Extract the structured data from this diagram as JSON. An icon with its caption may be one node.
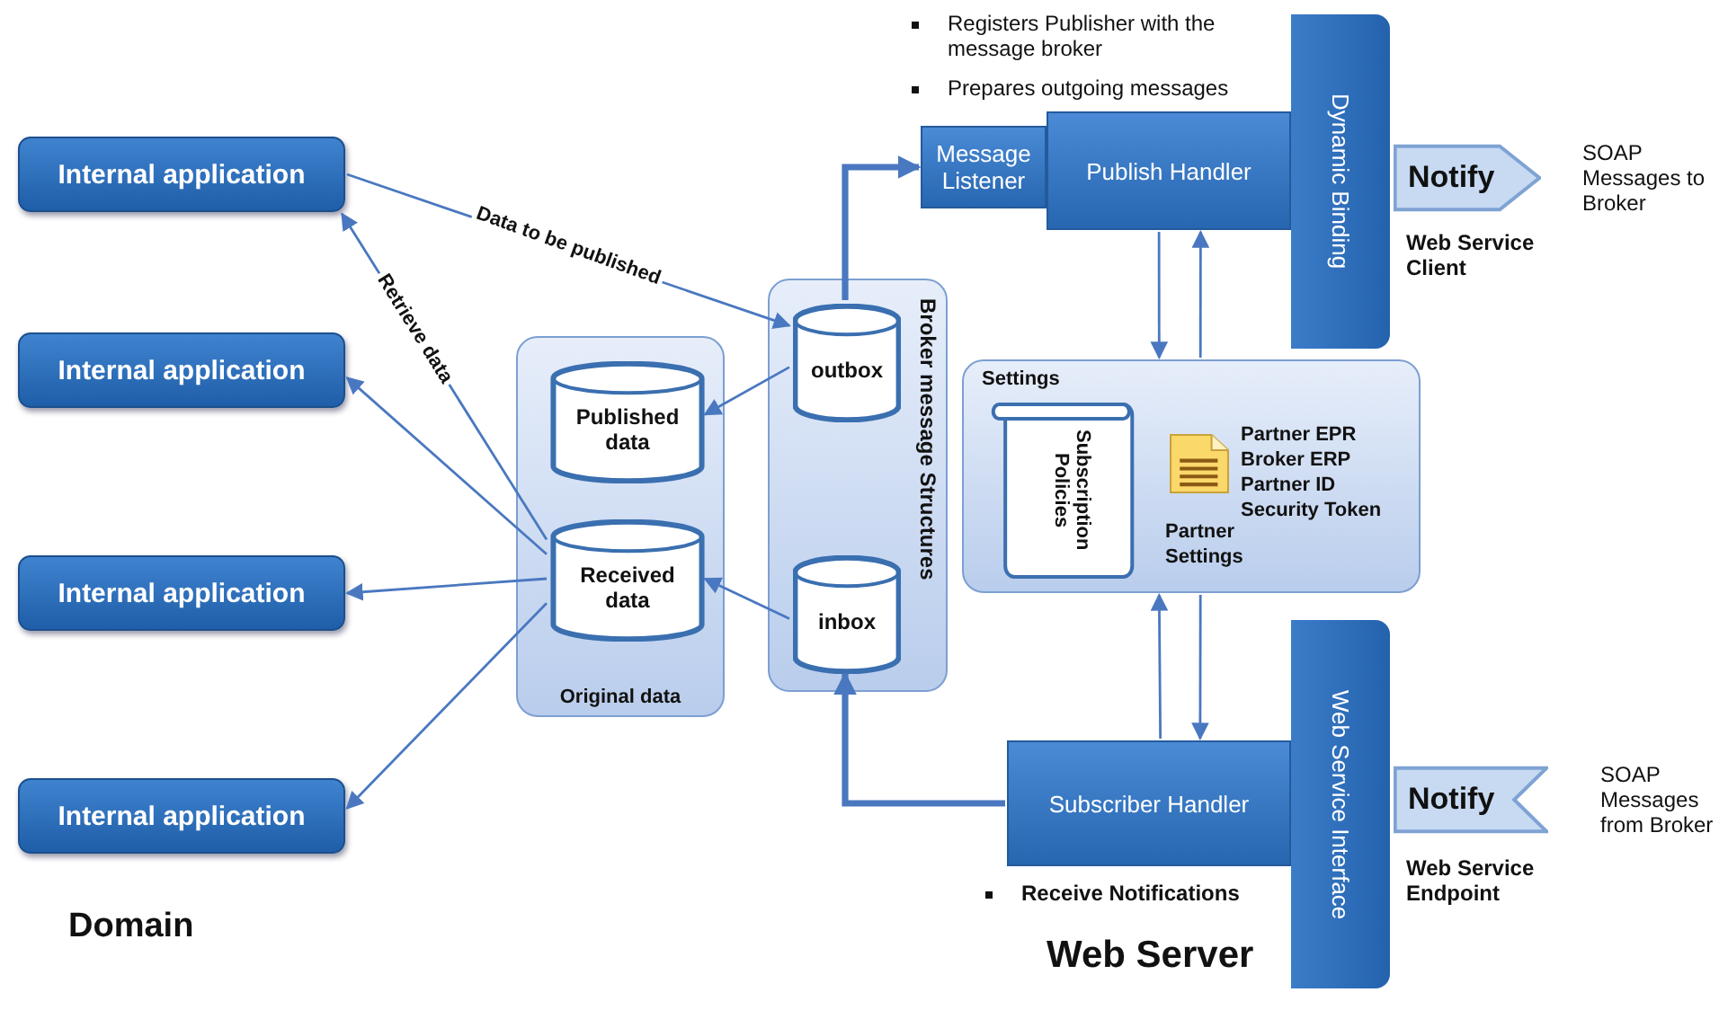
{
  "diagram": {
    "nodes": [
      {
        "text": [
          "Internal application"
        ]
      },
      {
        "text": [
          "Internal application"
        ]
      },
      {
        "text": [
          "Internal application"
        ]
      },
      {
        "text": [
          "Internal application"
        ]
      },
      {
        "text": [
          "Original data"
        ]
      },
      {
        "text": [
          "Published data"
        ],
        "in": 4
      },
      {
        "text": [
          "Received data"
        ],
        "in": 4
      },
      {
        "text": [
          "Broker message Structures"
        ]
      },
      {
        "text": [
          "outbox"
        ],
        "in": 7
      },
      {
        "text": [
          "inbox"
        ],
        "in": 7
      },
      {
        "text": [
          "Message Listener"
        ]
      },
      {
        "text": [
          "Publish Handler"
        ]
      },
      {
        "text": [
          "Dynamic Binding"
        ]
      },
      {
        "text": [
          "Notify"
        ]
      },
      {
        "text": [
          "Settings"
        ]
      },
      {
        "text": [
          "Subscription Policies"
        ],
        "in": 14
      },
      {
        "text": [
          "Partner EPR Broker ERP Partner ID Security Token",
          "Partner Settings"
        ],
        "in": 14
      },
      {
        "text": [
          "Subscriber Handler"
        ]
      },
      {
        "text": [
          "Web Service Interface"
        ]
      },
      {
        "text": [
          "Notify"
        ]
      }
    ],
    "edges": [
      {
        "from": 0,
        "to": 8,
        "arrow": "to",
        "label": "Data to be published"
      },
      {
        "from": 6,
        "to": 0,
        "arrow": "to",
        "label": "Retrieve data"
      },
      {
        "from": 6,
        "to": 1,
        "arrow": "to"
      },
      {
        "from": 6,
        "to": 2,
        "arrow": "to"
      },
      {
        "from": 6,
        "to": 3,
        "arrow": "to"
      },
      {
        "from": 8,
        "to": 5,
        "arrow": "to"
      },
      {
        "from": 9,
        "to": 6,
        "arrow": "to"
      },
      {
        "from": 8,
        "to": 10,
        "arrow": "to",
        "style": "thick"
      },
      {
        "from": 11,
        "to": 14,
        "arrow": "to"
      },
      {
        "from": 14,
        "to": 11,
        "arrow": "to"
      },
      {
        "from": 14,
        "to": 17,
        "arrow": "to"
      },
      {
        "from": 17,
        "to": 14,
        "arrow": "to"
      },
      {
        "from": 17,
        "to": 9,
        "arrow": "to",
        "style": "thick"
      }
    ],
    "labels": [
      "Registers  Publisher with the message broker",
      "Prepares outgoing messages",
      "SOAP Messages to Broker",
      "Web Service Client",
      "SOAP Messages from Broker",
      "Receive Notifications",
      "Web Service Endpoint",
      "Domain",
      "Web Server"
    ]
  }
}
